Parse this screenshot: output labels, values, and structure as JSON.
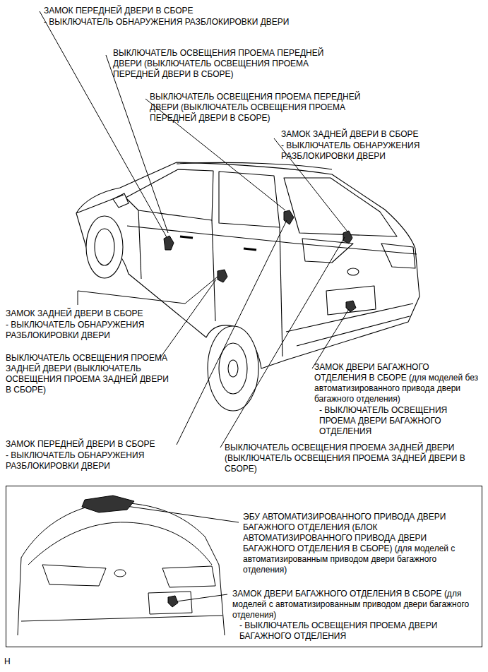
{
  "diagram": {
    "nodes": [
      {
        "text": [
          "ЭБУ АВТОМАТИЗИРОВАННОГО ПРИВОДА ДВЕРИ БАГАЖНОГО ОТДЕЛЕНИЯ (БЛОК АВТОМАТИЗИРОВАННОГО ПРИВОДА ДВЕРИ БАГАЖНОГО ОТДЕЛЕНИЯ В СБОРЕ) (для моделей с автоматизированным приводом двери багажного отделения)",
          "ЗАМОК ДВЕРИ БАГАЖНОГО ОТДЕЛЕНИЯ В СБОРЕ (для моделей с автоматизированным приводом двери багажного отделения)",
          "- ВЫКЛЮЧАТЕЛЬ ОСВЕЩЕНИЯ ПРОЕМА ДВЕРИ БАГАЖНОГО ОТДЕЛЕНИЯ"
        ]
      }
    ],
    "labels": [
      "ЗАМОК ПЕРЕДНЕЙ ДВЕРИ В СБОРЕ",
      "- ВЫКЛЮЧАТЕЛЬ ОБНАРУЖЕНИЯ РАЗБЛОКИРОВКИ ДВЕРИ",
      "ВЫКЛЮЧАТЕЛЬ ОСВЕЩЕНИЯ ПРОЕМА ПЕРЕДНЕЙ ДВЕРИ (ВЫКЛЮЧАТЕЛЬ ОСВЕЩЕНИЯ ПРОЕМА ПЕРЕДНЕЙ ДВЕРИ В СБОРЕ)",
      "ВЫКЛЮЧАТЕЛЬ ОСВЕЩЕНИЯ ПРОЕМА ПЕРЕДНЕЙ ДВЕРИ (ВЫКЛЮЧАТЕЛЬ ОСВЕЩЕНИЯ ПРОЕМА ПЕРЕДНЕЙ ДВЕРИ В СБОРЕ)",
      "ЗАМОК ЗАДНЕЙ ДВЕРИ В СБОРЕ",
      "- ВЫКЛЮЧАТЕЛЬ ОБНАРУЖЕНИЯ РАЗБЛОКИРОВКИ ДВЕРИ",
      "ЗАМОК ЗАДНЕЙ ДВЕРИ В СБОРЕ",
      "- ВЫКЛЮЧАТЕЛЬ ОБНАРУЖЕНИЯ РАЗБЛОКИРОВКИ ДВЕРИ",
      "ВЫКЛЮЧАТЕЛЬ ОСВЕЩЕНИЯ ПРОЕМА ЗАДНЕЙ ДВЕРИ (ВЫКЛЮЧАТЕЛЬ ОСВЕЩЕНИЯ ПРОЕМА ЗАДНЕЙ ДВЕРИ В СБОРЕ)",
      "ЗАМОК ДВЕРИ БАГАЖНОГО ОТДЕЛЕНИЯ В СБОРЕ (для моделей без автоматизированного привода двери багажного отделения)",
      "- ВЫКЛЮЧАТЕЛЬ ОСВЕЩЕНИЯ ПРОЕМА ДВЕРИ БАГАЖНОГО ОТДЕЛЕНИЯ",
      "ЗАМОК ПЕРЕДНЕЙ ДВЕРИ В СБОРЕ",
      "- ВЫКЛЮЧАТЕЛЬ ОБНАРУЖЕНИЯ РАЗБЛОКИРОВКИ ДВЕРИ",
      "ВЫКЛЮЧАТЕЛЬ ОСВЕЩЕНИЯ ПРОЕМА ЗАДНЕЙ ДВЕРИ (ВЫКЛЮЧАТЕЛЬ ОСВЕЩЕНИЯ ПРОЕМА ЗАДНЕЙ ДВЕРИ В СБОРЕ)",
      "H"
    ]
  }
}
